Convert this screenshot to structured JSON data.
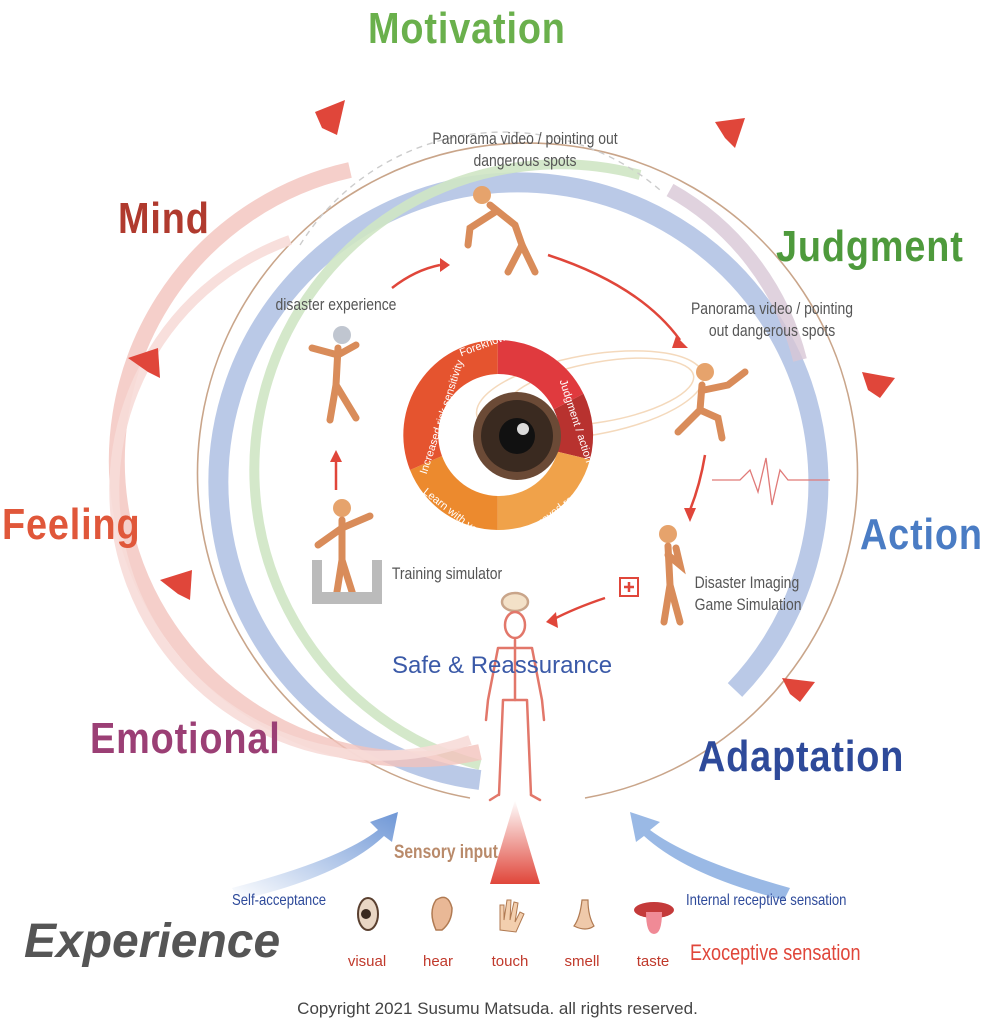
{
  "colors": {
    "motivation": "#6ab04c",
    "judgment": "#4e9a3c",
    "mind": "#b03a2e",
    "feeling": "#e0573a",
    "action": "#4a7cc4",
    "emotional": "#9b3f75",
    "adaptation": "#2e4a9a",
    "arrow_red": "#e0463a",
    "ring_blue": "#aebfe3",
    "ring_green": "#cfe6c4",
    "ring_pink": "#f2c3bd"
  },
  "stages": {
    "motivation": "Motivation",
    "judgment": "Judgment",
    "mind": "Mind",
    "feeling": "Feeling",
    "action": "Action",
    "emotional": "Emotional",
    "adaptation": "Adaptation"
  },
  "wheel": {
    "segments": [
      {
        "label": "Foreknowledge / Awareness",
        "color": "#e03a3e"
      },
      {
        "label": "Judgment / action",
        "color": "#b8322f"
      },
      {
        "label": "Improved responsiveness",
        "color": "#f0a24a"
      },
      {
        "label": "Learn with your body",
        "color": "#ec8a2e"
      },
      {
        "label": "Increased risk sensitivity",
        "color": "#e5542f"
      }
    ]
  },
  "steps": {
    "top": {
      "line1": "Panorama video / pointing out",
      "line2": "dangerous spots"
    },
    "right": {
      "line1": "Panorama video / pointing",
      "line2": "out dangerous spots"
    },
    "disaster_imaging": {
      "line1": "Disaster Imaging",
      "line2": "Game Simulation"
    },
    "training": "Training simulator",
    "disaster_experience": "disaster experience"
  },
  "center_label": "Safe & Reassurance",
  "sensory": {
    "title": "Sensory input",
    "self_acceptance": "Self-acceptance",
    "internal": "Internal receptive sensation",
    "exoceptive": "Exoceptive sensation",
    "senses": [
      "visual",
      "hear",
      "touch",
      "smell",
      "taste"
    ]
  },
  "experience": "Experience",
  "copyright": "Copyright 2021 Susumu Matsuda. all rights reserved."
}
